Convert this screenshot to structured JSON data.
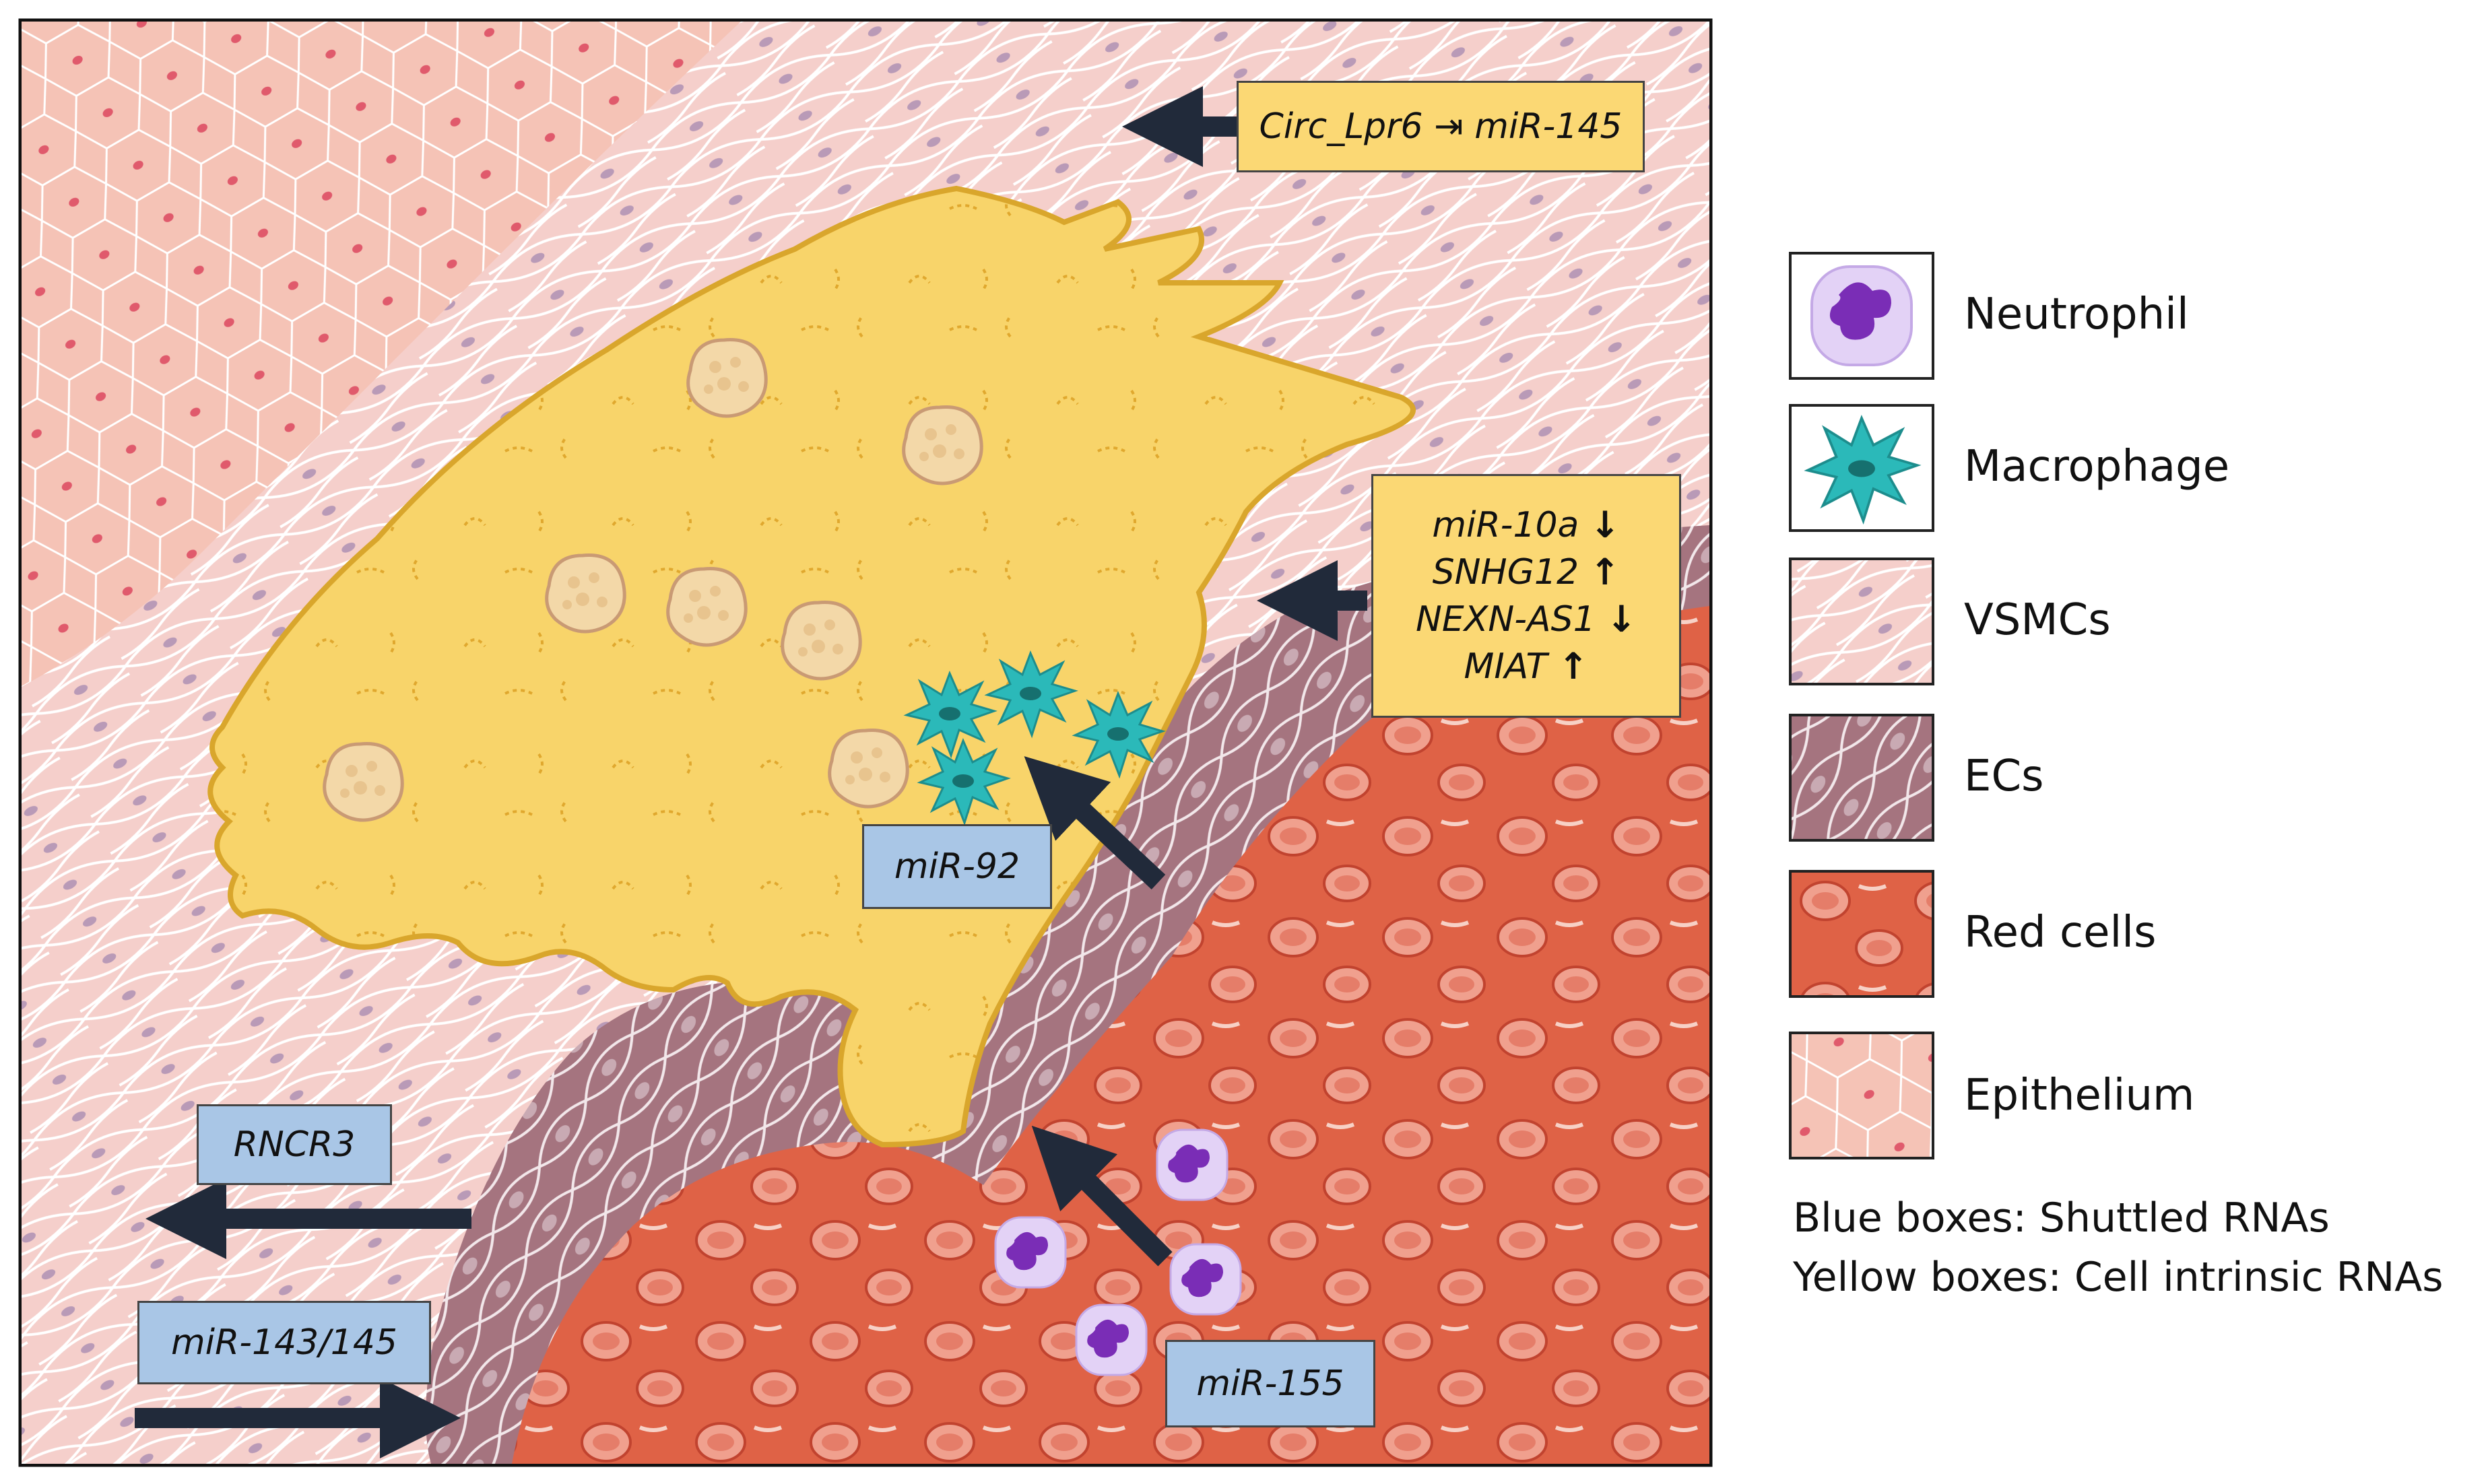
{
  "diagram": {
    "boxes": {
      "circ_lpr6": {
        "text": "Circ_Lpr6 ⇥ miR-145"
      },
      "intrinsic_list": [
        {
          "name": "miR-10a",
          "arrow": "↓"
        },
        {
          "name": "SNHG12",
          "arrow": "↑"
        },
        {
          "name": "NEXN-AS1",
          "arrow": "↓"
        },
        {
          "name": "MIAT",
          "arrow": "↑"
        }
      ],
      "mir92": {
        "text": "miR-92"
      },
      "rncr3": {
        "text": "RNCR3"
      },
      "mir143_145": {
        "text": "miR-143/145"
      },
      "mir155": {
        "text": "miR-155"
      }
    },
    "colors": {
      "yellow_box": "#fbd874",
      "blue_box": "#a9c6e6",
      "plaque": "#f8d46a",
      "plaque_border": "#d9a62c",
      "vsmc": "#f5cfcb",
      "endothelium": "#a5747f",
      "blood": "#df6246",
      "red_cell": "#f0a08e",
      "macrophage": "#2bb9b9",
      "neutrophil": "#e3d2f6",
      "neutrophil_nucleus": "#7a2db6",
      "arrow": "#212a3a"
    }
  },
  "legend": {
    "items": [
      {
        "label": "Neutrophil",
        "icon": "neutrophil-icon"
      },
      {
        "label": "Macrophage",
        "icon": "macrophage-icon"
      },
      {
        "label": "VSMCs",
        "icon": "vsmc-swatch"
      },
      {
        "label": "ECs",
        "icon": "ec-swatch"
      },
      {
        "label": "Red cells",
        "icon": "red-cell-swatch"
      },
      {
        "label": "Epithelium",
        "icon": "epithelium-swatch"
      }
    ],
    "notes": [
      "Blue boxes: Shuttled RNAs",
      "Yellow boxes: Cell intrinsic RNAs"
    ]
  }
}
